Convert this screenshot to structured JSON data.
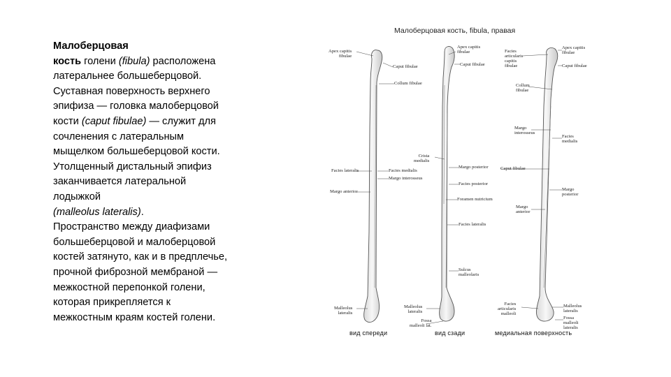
{
  "text": {
    "line1_bold": "Малоберцовая",
    "line2_bold": "кость",
    "line2_a": " голени ",
    "line2_b": "(fibula)",
    "line2_c": " расположена",
    "line3": "латеральнее большеберцовой.",
    "line4": "Суставная поверхность верхнего",
    "line5": "эпифиза — головка малоберцовой",
    "line6_a": "кости ",
    "line6_b": "(caput fibulae)",
    "line6_c": "  — служит для",
    "line7": "сочленения с латеральным",
    "line8": "мыщелком большеберцовой кости.",
    "line9": "Утолщенный дистальный эпифиз",
    "line10": "заканчивается латеральной",
    "line11": "лодыжкой ",
    "line12_a": "(malleolus lateralis)",
    "line12_b": ".",
    "line13": "Пространство между диафизами",
    "line14": "большеберцовой и малоберцовой",
    "line15": "костей затянуто, как и в предплечье,",
    "line16": "прочной фиброзной мембраной —",
    "line17": "межкостной перепонкой голени,",
    "line18": "которая прикрепляется к",
    "line19": "межкостным краям костей голени."
  },
  "figure": {
    "title": "Малоберцовая кость, fibula, правая",
    "captions": {
      "front": "вид спереди",
      "back": "вид сзади",
      "medial": "медиальная поверхность"
    },
    "front_labels": {
      "apex": "Apex capitis",
      "apex2": "fibulae",
      "caput": "Caput fibulae",
      "collum": "Collum fibulae",
      "facies_lat": "Facies lateralis",
      "facies_med": "Facies medialis",
      "margo_int": "Margo interosseus",
      "margo_ant": "Margo anterior",
      "malleolus": "Malleolus",
      "malleolus2": "lateralis"
    },
    "back_labels": {
      "apex": "Apex capitis",
      "apex2": "fibulae",
      "caput": "Caput fibulae",
      "crista": "Crista",
      "crista2": "medialis",
      "margo_post": "Margo posterior",
      "facies_post": "Facies posterior",
      "foramen": "Foramen nutricium",
      "facies_lat": "Facies lateralis",
      "sulcus": "Sulcus",
      "sulcus2": "malleolaris",
      "malleolus": "Malleolus",
      "malleolus2": "lateralis",
      "fossa": "Fossa",
      "fossa2": "malleoli lat."
    },
    "medial_labels": {
      "facies_art": "Facies",
      "facies_art2": "articularis",
      "facies_art3": "capitis",
      "facies_art4": "fibulae",
      "apex": "Apex capitis",
      "apex2": "fibulae",
      "caput": "Caput fibulae",
      "collum": "Collum",
      "collum2": "fibulae",
      "margo_int": "Margo",
      "margo_int2": "interosseus",
      "facies_med": "Facies",
      "facies_med2": "medialis",
      "caput_mid": "Caput fibulae",
      "margo_post": "Margo",
      "margo_post2": "posterior",
      "margo_ant": "Margo",
      "margo_ant2": "anterior",
      "facies_art_mall": "Facies",
      "facies_art_mall2": "articularis",
      "facies_art_mall3": "malleoli",
      "malleolus": "Malleolus",
      "malleolus2": "lateralis",
      "fossa": "Fossa",
      "fossa2": "malleoli",
      "fossa3": "lateralis"
    }
  }
}
